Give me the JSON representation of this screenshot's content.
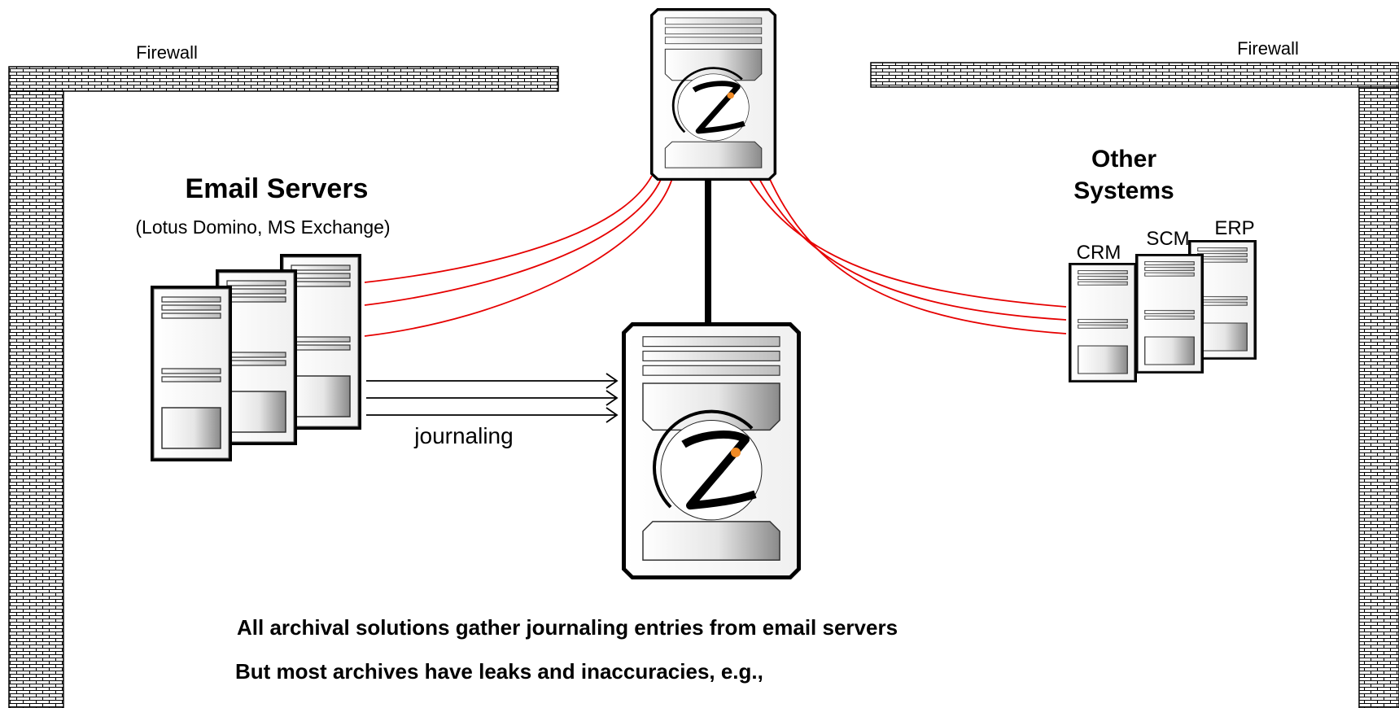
{
  "labels": {
    "firewall_left": "Firewall",
    "firewall_right": "Firewall",
    "email_title": "Email Servers",
    "email_subtitle": "(Lotus Domino, MS Exchange)",
    "other_title_line1": "Other",
    "other_title_line2": "Systems",
    "crm": "CRM",
    "scm": "SCM",
    "erp": "ERP",
    "journaling": "journaling"
  },
  "bullets": [
    "All archival solutions gather journaling entries from email servers",
    "But most archives have leaks and inaccuracies, e.g.,"
  ],
  "colors": {
    "red_link": "#e60000",
    "brick_line": "#000000",
    "logo_accent": "#f08a24"
  },
  "icons": [
    "zl-logo-icon",
    "server-icon",
    "firewall-wall"
  ]
}
